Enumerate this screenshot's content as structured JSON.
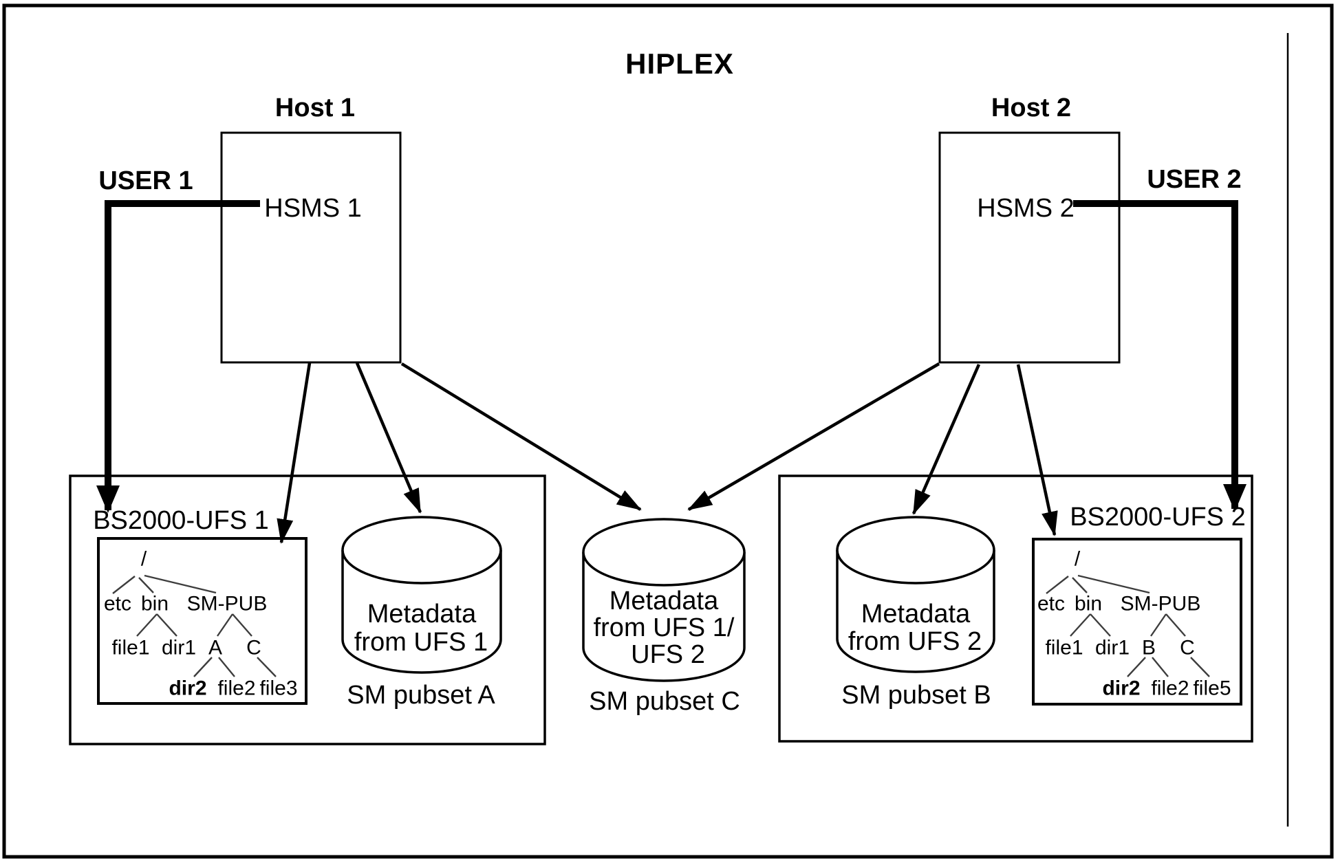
{
  "title": "HIPLEX",
  "hosts": [
    {
      "label": "Host 1",
      "process": "HSMS 1"
    },
    {
      "label": "Host 2",
      "process": "HSMS 2"
    }
  ],
  "users": [
    {
      "label": "USER 1"
    },
    {
      "label": "USER 2"
    }
  ],
  "containers": [
    {
      "label": "BS2000-UFS 1"
    },
    {
      "label": "BS2000-UFS 2"
    }
  ],
  "pubsets": [
    {
      "name": "SM pubset A",
      "lines": [
        "Metadata",
        "from UFS 1"
      ]
    },
    {
      "name": "SM pubset C",
      "lines": [
        "Metadata",
        "from UFS 1/",
        "UFS 2"
      ]
    },
    {
      "name": "SM pubset B",
      "lines": [
        "Metadata",
        "from UFS 2"
      ]
    }
  ],
  "trees": [
    {
      "root": "/",
      "level1": [
        "etc",
        "bin",
        "SM-PUB"
      ],
      "level2": [
        "file1",
        "dir1",
        "A",
        "C"
      ],
      "level3": [
        "dir2",
        "file2",
        "file3"
      ]
    },
    {
      "root": "/",
      "level1": [
        "etc",
        "bin",
        "SM-PUB"
      ],
      "level2": [
        "file1",
        "dir1",
        "B",
        "C"
      ],
      "level3": [
        "dir2",
        "file2",
        "file5"
      ]
    }
  ],
  "colors": {
    "line": "#000000",
    "text": "#000000",
    "tree_line": "#3d3d3d",
    "background": "#ffffff"
  }
}
